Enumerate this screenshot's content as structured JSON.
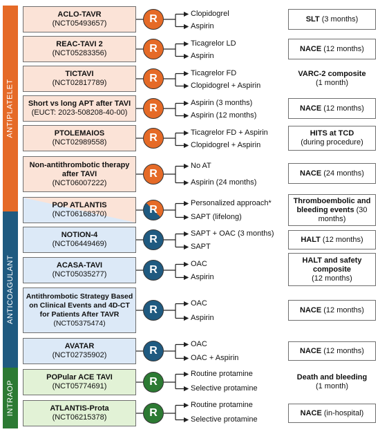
{
  "categories": [
    {
      "label": "ANTIPLATELET",
      "color": "#e56a27"
    },
    {
      "label": "ANTICOAGULANT",
      "color": "#1f5a80"
    },
    {
      "label": "INTRAOP",
      "color": "#2c7a33"
    }
  ],
  "randomize_label": "R",
  "trials": [
    {
      "name": "ACLO-TAVR",
      "id": "(NCT05493657)",
      "group": "ap",
      "arms": [
        "Clopidogrel",
        "Aspirin"
      ],
      "outcome_bold": "SLT",
      "outcome_rest": " (3 months)"
    },
    {
      "name": "REAC-TAVI 2",
      "id": "(NCT05283356)",
      "group": "ap",
      "arms": [
        "Ticagrelor LD",
        "Aspirin"
      ],
      "outcome_bold": "NACE",
      "outcome_rest": " (12 months)"
    },
    {
      "name": "TICTAVI",
      "id": "(NCT02817789)",
      "group": "ap",
      "arms": [
        "Ticagrelor FD",
        "Clopidogrel + Aspirin"
      ],
      "outcome_bold": "VARC-2 composite",
      "outcome_rest": "(1 month)"
    },
    {
      "name": "Short vs long APT after TAVI",
      "id": "(EUCT: 2023-508208-40-00)",
      "group": "ap",
      "arms": [
        "Aspirin (3 months)",
        "Aspirin (12 months)"
      ],
      "outcome_bold": "NACE",
      "outcome_rest": " (12 months)"
    },
    {
      "name": "PTOLEMAIOS",
      "id": "(NCT02989558)",
      "group": "ap",
      "arms": [
        "Ticagrelor FD + Aspirin",
        "Clopidogrel + Aspirin"
      ],
      "outcome_bold": "HITS at TCD",
      "outcome_rest": "(during procedure)"
    },
    {
      "name": "Non-antithrombotic therapy after TAVI",
      "id": "(NCT06007222)",
      "group": "ap",
      "arms": [
        "No AT",
        "Aspirin (24 months)"
      ],
      "outcome_bold": "NACE",
      "outcome_rest": " (24 months)"
    },
    {
      "name": "POP ATLANTIS",
      "id": "(NCT06168370)",
      "group": "mix",
      "arms": [
        "Personalized approach*",
        "SAPT (lifelong)"
      ],
      "outcome_bold": "Thromboembolic and bleeding events",
      "outcome_rest": " (30 months)"
    },
    {
      "name": "NOTION-4",
      "id": "(NCT06449469)",
      "group": "ac",
      "arms": [
        "SAPT + OAC (3 months)",
        "SAPT"
      ],
      "outcome_bold": "HALT",
      "outcome_rest": " (12 months)"
    },
    {
      "name": "ACASA-TAVI",
      "id": "(NCT05035277)",
      "group": "ac",
      "arms": [
        "OAC",
        "Aspirin"
      ],
      "outcome_bold": "HALT  and safety composite",
      "outcome_rest": "(12 months)"
    },
    {
      "name": "Antithrombotic Strategy Based on Clinical Events and 4D-CT for Patients After TAVR",
      "id": "(NCT05375474)",
      "group": "ac",
      "arms": [
        "OAC",
        "Aspirin"
      ],
      "outcome_bold": "NACE",
      "outcome_rest": " (12 months)"
    },
    {
      "name": "AVATAR",
      "id": "(NCT02735902)",
      "group": "ac",
      "arms": [
        "OAC",
        "OAC + Aspirin"
      ],
      "outcome_bold": "NACE",
      "outcome_rest": " (12 months)"
    },
    {
      "name": "POPular ACE TAVI",
      "id": "(NCT05774691)",
      "group": "io",
      "arms": [
        "Routine protamine",
        "Selective protamine"
      ],
      "outcome_bold": "Death and bleeding",
      "outcome_rest": "(1 month)"
    },
    {
      "name": "ATLANTIS-Prota",
      "id": "(NCT06215378)",
      "group": "io",
      "arms": [
        "Routine protamine",
        "Selective protamine"
      ],
      "outcome_bold": "NACE",
      "outcome_rest": " (in-hospital)"
    }
  ]
}
